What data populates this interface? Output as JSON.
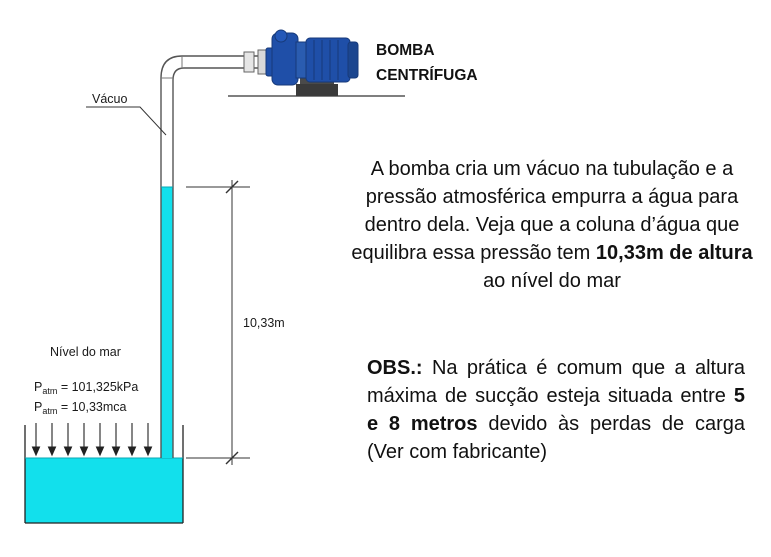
{
  "pump_label": {
    "line1": "BOMBA",
    "line2": "CENTRÍFUGA"
  },
  "vacuum_label": "Vácuo",
  "height_label": "10,33m",
  "sea_level_label": "Nível do mar",
  "patm": {
    "kpa_prefix": "P",
    "kpa_sub": "atm",
    "kpa_value": " = 101,325kPa",
    "mca_prefix": "P",
    "mca_sub": "atm",
    "mca_value": " = 10,33mca"
  },
  "explanation": {
    "part1": "A bomba cria um vácuo na tubulação e a pressão atmosférica empurra a água para dentro dela. Veja que a coluna d’água que equilibra essa pressão tem ",
    "bold": "10,33m de altura",
    "part2": " ao nível do mar"
  },
  "obs": {
    "label": "OBS.:",
    "part1": " Na prática é comum que a altura máxima de sucção esteja situada entre ",
    "bold": "5 e 8 metros",
    "part2": " devido às perdas de carga (Ver com fabricante)"
  },
  "colors": {
    "water": "#12e0ec",
    "pump_blue": "#1f4fa8",
    "pump_dark": "#173a7a",
    "base_gray": "#4a4a4a",
    "pipe_outline": "#555555"
  }
}
